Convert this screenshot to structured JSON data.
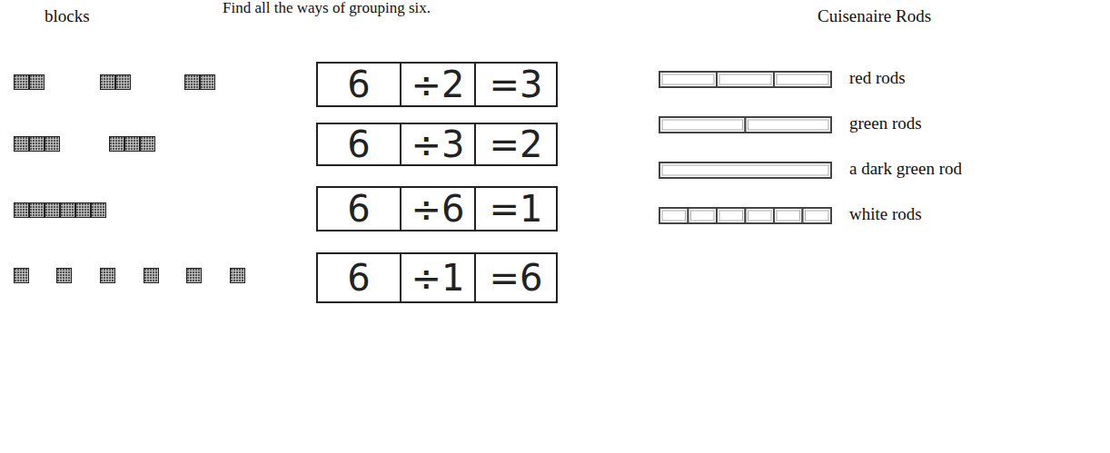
{
  "diagram": {
    "title": "Find all the ways of grouping six.",
    "nodes": [
      {
        "text": [
          "6"
        ]
      },
      {
        "text": [
          "÷2"
        ]
      },
      {
        "text": [
          "=3"
        ]
      },
      {
        "text": [
          "6"
        ]
      },
      {
        "text": [
          "÷3"
        ]
      },
      {
        "text": [
          "=2"
        ]
      },
      {
        "text": [
          "6"
        ]
      },
      {
        "text": [
          "÷6"
        ]
      },
      {
        "text": [
          "=1"
        ]
      },
      {
        "text": [
          "6"
        ]
      },
      {
        "text": [
          "÷1"
        ]
      },
      {
        "text": [
          "=6"
        ]
      }
    ],
    "labels": [
      "blocks",
      "Cuisenaire Rods",
      "red rods",
      "green rods",
      "a dark green rod",
      "white rods"
    ]
  }
}
